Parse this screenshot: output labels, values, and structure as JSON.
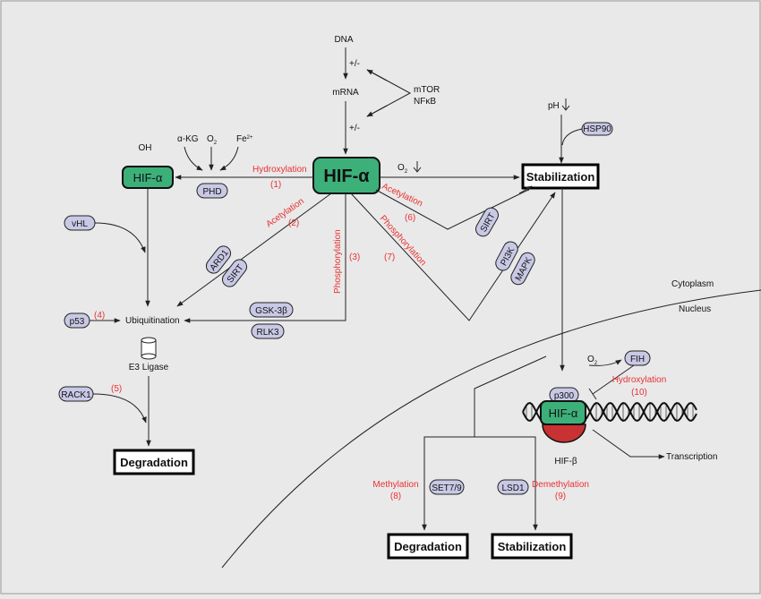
{
  "colors": {
    "accent_red": "#e8322f",
    "hif_green": "#3db07a",
    "pill": "#c9c9e6",
    "hif_beta": "#c83232",
    "background": "#e9e9ea"
  },
  "top": {
    "dna": "DNA",
    "mrna": "mRNA",
    "plusminus_1": "+/-",
    "plusminus_2": "+/-",
    "mtor": "mTOR",
    "nfkb": "NFκB"
  },
  "hif_center": "HIF-α",
  "left": {
    "oh": "OH",
    "hif": "HIF-α",
    "akg": "α-KG",
    "o2": "O",
    "o2_sub": "2",
    "fe": "Fe",
    "fe_sup": "2+",
    "phd": "PHD",
    "hydroxylation": "Hydroxylation",
    "hydroxylation_num": "(1)",
    "acetylation": "Acetylation",
    "acetylation_num": "(2)",
    "phosphorylation": "Phosphorylation",
    "phosphorylation_num": "(3)",
    "vhl": "vHL",
    "ard1": "ARD1",
    "sirt": "SIRT",
    "gsk3b": "GSK-3β",
    "rlk3": "RLK3",
    "p53": "p53",
    "p53_num": "(4)",
    "ubiquitination": "Ubiquitination",
    "e3": "E3 Ligase",
    "rack1": "RACK1",
    "rack1_num": "(5)",
    "degradation": "Degradation"
  },
  "right": {
    "ph": "pH",
    "hsp90": "HSP90",
    "o2": "O",
    "o2_sub": "2",
    "stabilization": "Stabilization",
    "acetylation": "Acetylation",
    "acetylation_num": "(6)",
    "phosphorylation": "Phosphorylation",
    "phosphorylation_num": "(7)",
    "sirt": "SIRT",
    "pi3k": "PI3K",
    "mapk": "MAPK"
  },
  "nucleus": {
    "cytoplasm": "Cytoplasm",
    "nucleus": "Nucleus",
    "o2": "O",
    "o2_sub": "2",
    "fih": "FIH",
    "hydroxylation": "Hydroxylation",
    "hydroxylation_num": "(10)",
    "p300": "p300",
    "hif": "HIF-α",
    "hif_beta": "HIF-β",
    "transcription": "Transcription",
    "methylation": "Methylation",
    "methylation_num": "(8)",
    "set79": "SET7/9",
    "lsd1": "LSD1",
    "demethylation": "Demethylation",
    "demethylation_num": "(9)",
    "degradation": "Degradation",
    "stabilization": "Stabilization"
  }
}
